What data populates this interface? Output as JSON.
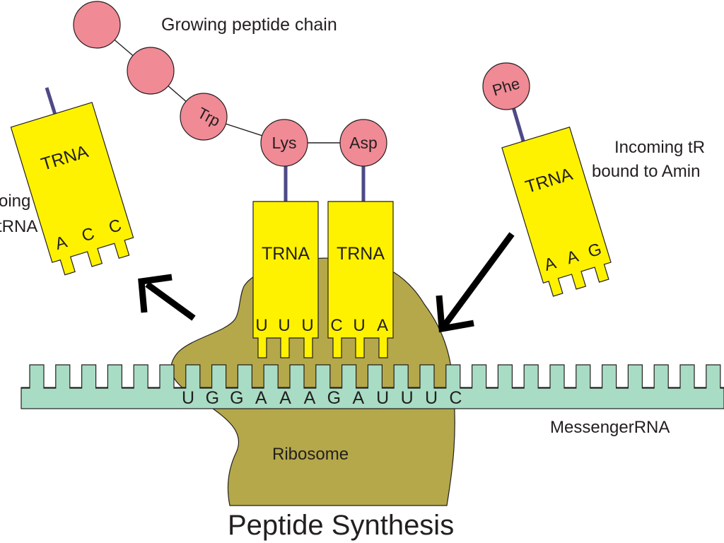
{
  "title": "Peptide Synthesis",
  "labels": {
    "growing_chain": "Growing peptide chain",
    "outgoing_line1": "oing",
    "outgoing_line2": "tRNA",
    "incoming_line1": "Incoming  tR",
    "incoming_line2": "bound to Amin",
    "messenger_rna": "MessengerRNA",
    "ribosome": "Ribosome"
  },
  "amino_acids": {
    "chain_bead_1": "",
    "chain_bead_2": "",
    "trp": "Trp",
    "lys": "Lys",
    "asp": "Asp",
    "phe": "Phe"
  },
  "trnas": {
    "outgoing": {
      "label": "TRNA",
      "anticodon": [
        "A",
        "C",
        "C"
      ]
    },
    "p_site": {
      "label": "TRNA",
      "anticodon": [
        "U",
        "U",
        "U"
      ]
    },
    "a_site": {
      "label": "TRNA",
      "anticodon": [
        "C",
        "U",
        "A"
      ]
    },
    "incoming": {
      "label": "TRNA",
      "anticodon": [
        "A",
        "A",
        "G"
      ]
    }
  },
  "mrna": {
    "codons": [
      "U",
      "G",
      "G",
      "A",
      "A",
      "A",
      "G",
      "A",
      "U",
      "U",
      "U",
      "C"
    ]
  },
  "colors": {
    "trna_fill": "#fff200",
    "amino_acid_fill": "#f08a95",
    "ribosome_fill": "#b4a84a",
    "mrna_fill": "#a9dcc4",
    "stem": "#4e4a86",
    "arrow": "#000000"
  }
}
